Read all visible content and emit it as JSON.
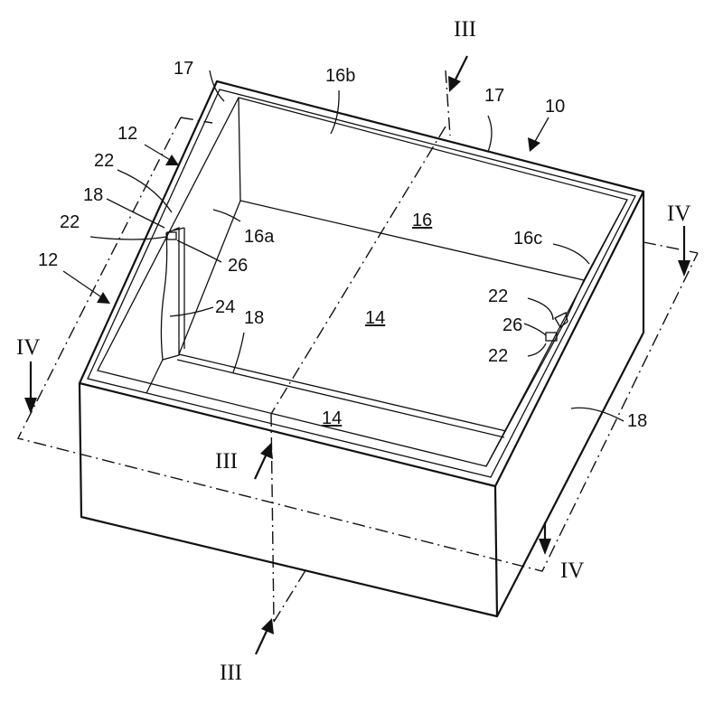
{
  "figure": {
    "section_labels": {
      "iii_top": "III",
      "iii_mid": "III",
      "iii_bottom": "III",
      "iv_left": "IV",
      "iv_right_top": "IV",
      "iv_right_bottom": "IV"
    },
    "ref_numerals": {
      "n10": "10",
      "n12_upper": "12",
      "n12_lower": "12",
      "n14_floor": "14",
      "n14_front": "14",
      "n16": "16",
      "n16a": "16a",
      "n16b": "16b",
      "n16c": "16c",
      "n17_left": "17",
      "n17_right": "17",
      "n18_left": "18",
      "n18_mid": "18",
      "n18_right": "18",
      "n22_a": "22",
      "n22_b": "22",
      "n22_c": "22",
      "n22_d": "22",
      "n24": "24",
      "n26_left": "26",
      "n26_right": "26"
    }
  }
}
